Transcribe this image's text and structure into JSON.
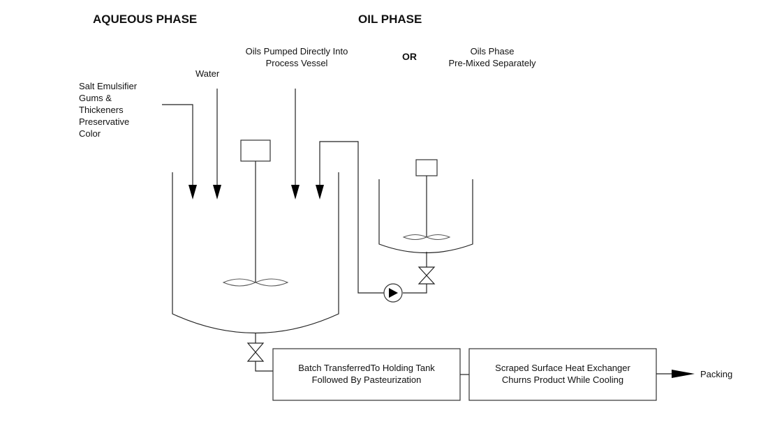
{
  "headings": {
    "aqueous": "AQUEOUS PHASE",
    "oil": "OIL PHASE",
    "or": "OR"
  },
  "labels": {
    "ingredients": [
      "Salt Emulsifier",
      "Gums &",
      "Thickeners",
      "Preservative",
      "Color"
    ],
    "water": "Water",
    "oils_direct": [
      "Oils Pumped Directly Into",
      "Process Vessel"
    ],
    "oils_premixed": [
      "Oils Phase",
      "Pre-Mixed Separately"
    ],
    "holding_tank": [
      "Batch TransferredTo Holding Tank",
      "Followed By Pasteurization"
    ],
    "heat_exchanger": [
      "Scraped Surface Heat Exchanger",
      "Churns Product While Cooling"
    ],
    "packing": "Packing"
  }
}
